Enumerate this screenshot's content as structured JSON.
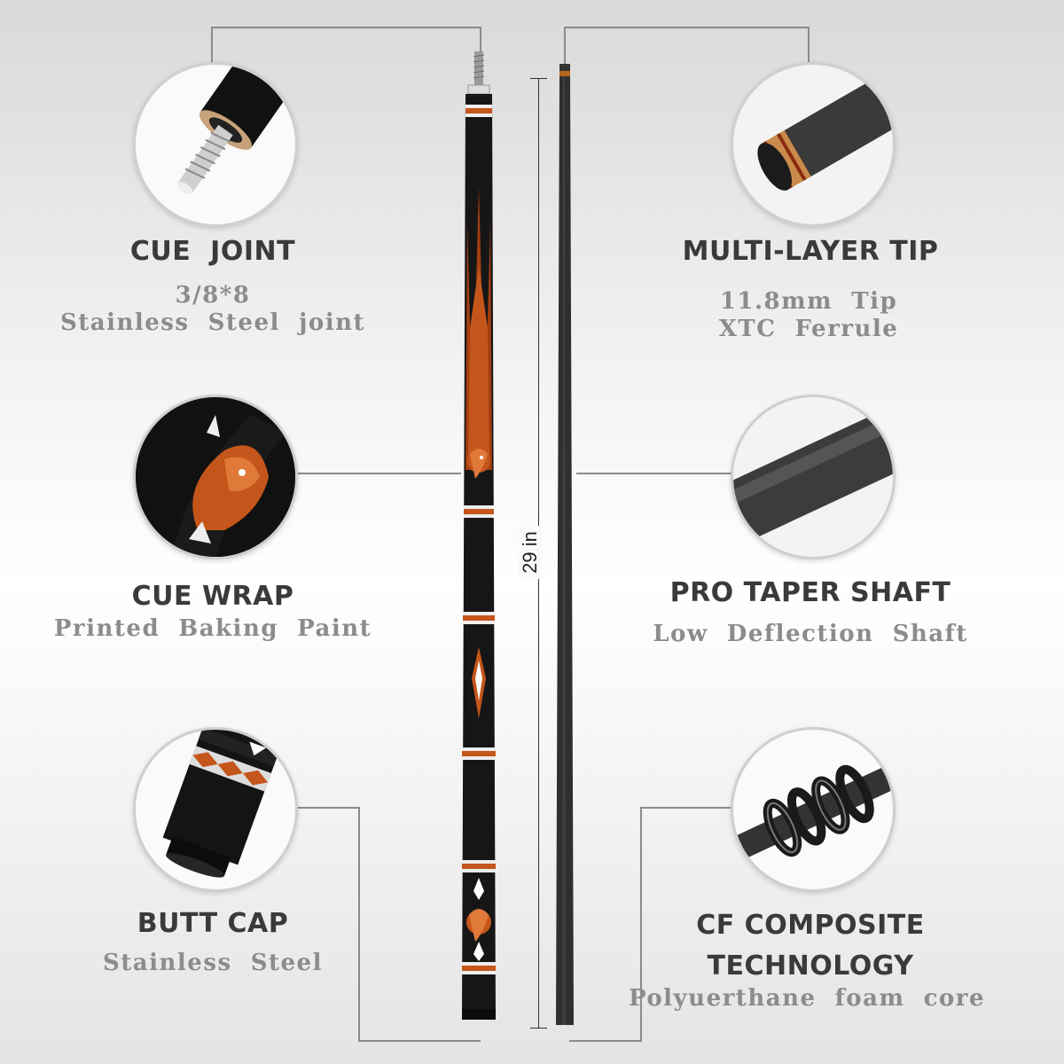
{
  "features": {
    "cue_joint": {
      "title": "CUE  JOINT",
      "sub1": "3/8*8",
      "sub2": "Stainless  Steel  joint"
    },
    "multi_layer_tip": {
      "title": "MULTI-LAYER TIP",
      "sub1": "11.8mm  Tip",
      "sub2": "XTC  Ferrule"
    },
    "cue_wrap": {
      "title": "CUE WRAP",
      "sub1": "Printed  Baking  Paint"
    },
    "pro_taper_shaft": {
      "title": "PRO TAPER SHAFT",
      "sub1": "Low  Deflection  Shaft"
    },
    "butt_cap": {
      "title": "BUTT CAP",
      "sub1": "Stainless  Steel"
    },
    "cf_composite": {
      "title1": "CF COMPOSITE",
      "title2": "TECHNOLOGY",
      "sub1": "Polyuerthane  foam  core"
    }
  },
  "dimension": {
    "label": "29 in"
  },
  "colors": {
    "cue_black": "#161616",
    "accent_orange": "#c5561b",
    "shaft_grey": "#2f2f2f",
    "text_dark": "#3a3a3a",
    "text_grey": "#8c8c8c"
  }
}
